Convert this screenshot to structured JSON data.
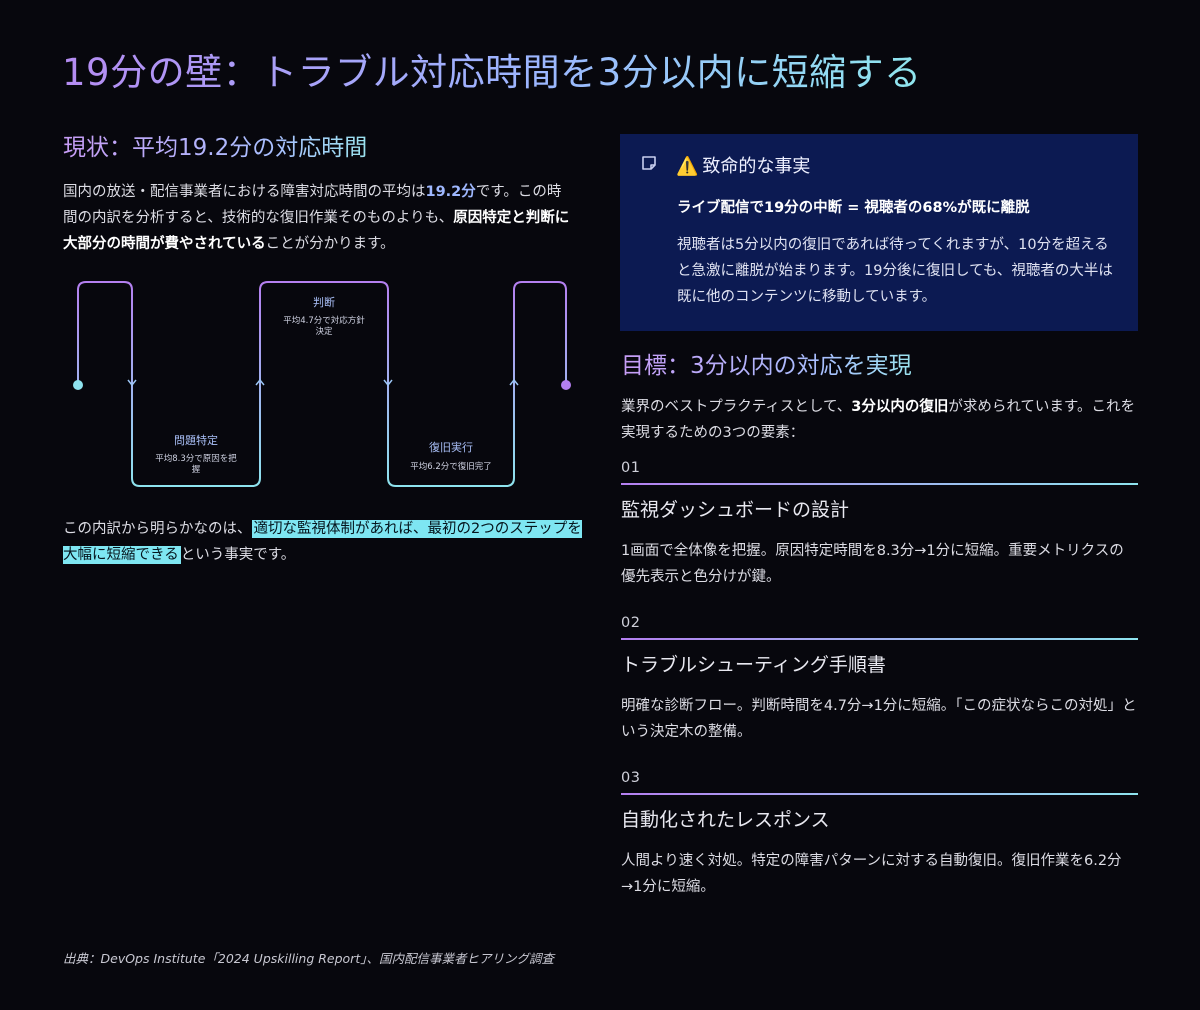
{
  "title": "19分の壁：トラブル対応時間を3分以内に短縮する",
  "current": {
    "heading": "現状：平均19.2分の対応時間",
    "p1_a": "国内の放送・配信事業者における障害対応時間の平均は",
    "p1_num": "19.2分",
    "p1_b": "です。この時間の内訳を分析すると、技術的な復旧作業そのものよりも、",
    "p1_bold": "原因特定と判断に大部分の時間が費やされている",
    "p1_c": "ことが分かります。",
    "p2_a": "この内訳から明らかなのは、",
    "p2_mark": "適切な監視体制があれば、最初の2つのステップを大幅に短縮できる",
    "p2_b": "という事実です。"
  },
  "flow": {
    "steps": [
      {
        "label": "問題特定",
        "desc1": "平均8.3分で原因を把",
        "desc2": "握"
      },
      {
        "label": "判断",
        "desc1": "平均4.7分で対応方針",
        "desc2": "決定"
      },
      {
        "label": "復旧実行",
        "desc1": "平均6.2分で復旧完了",
        "desc2": ""
      }
    ]
  },
  "callout": {
    "icon": "note-icon",
    "warn_icon": "⚠️",
    "heading": "致命的な事実",
    "strong": "ライブ配信で19分の中断 = 視聴者の68%が既に離脱",
    "body": "視聴者は5分以内の復旧であれば待ってくれますが、10分を超えると急激に離脱が始まります。19分後に復旧しても、視聴者の大半は既に他のコンテンツに移動しています。"
  },
  "goal": {
    "heading": "目標：3分以内の対応を実現",
    "intro_a": "業界のベストプラクティスとして、",
    "intro_bold": "3分以内の復旧",
    "intro_b": "が求められています。これを実現するための3つの要素：",
    "items": [
      {
        "num": "01",
        "title": "監視ダッシュボードの設計",
        "desc": "1画面で全体像を把握。原因特定時間を8.3分→1分に短縮。重要メトリクスの優先表示と色分けが鍵。"
      },
      {
        "num": "02",
        "title": "トラブルシューティング手順書",
        "desc": "明確な診断フロー。判断時間を4.7分→1分に短縮。「この症状ならこの対処」という決定木の整備。"
      },
      {
        "num": "03",
        "title": "自動化されたレスポンス",
        "desc": "人間より速く対処。特定の障害パターンに対する自動復旧。復旧作業を6.2分→1分に短縮。"
      }
    ]
  },
  "source": "出典：DevOps Institute「2024 Upskilling Report」、国内配信事業者ヒアリング調査",
  "colors": {
    "accent_purple": "#b47ff0",
    "accent_cyan": "#8ee3ee",
    "callout_bg": "#0c1a52"
  }
}
